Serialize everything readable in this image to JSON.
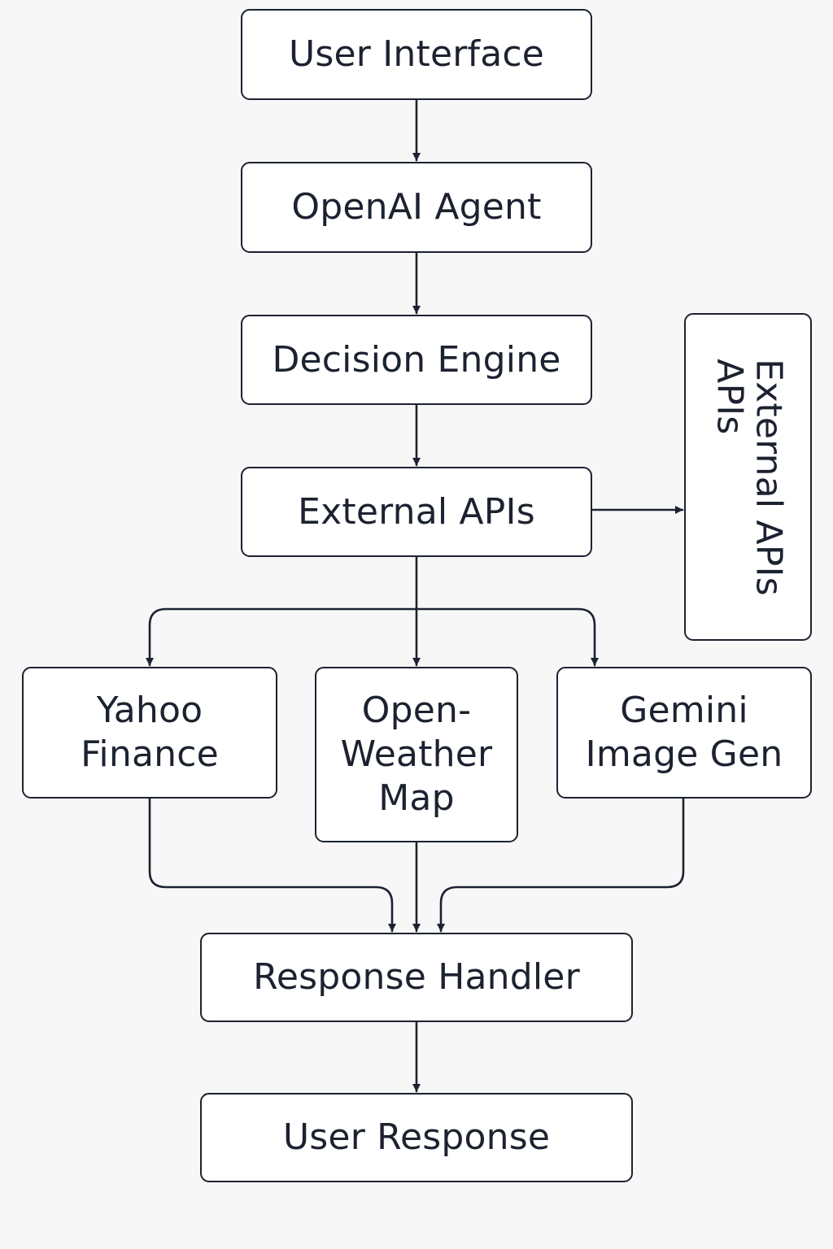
{
  "diagram": {
    "nodes": {
      "user_interface": {
        "lines": [
          "User Interface"
        ]
      },
      "openai_agent": {
        "lines": [
          "OpenAI Agent"
        ]
      },
      "decision_engine": {
        "lines": [
          "Decision Engine"
        ]
      },
      "external_apis": {
        "lines": [
          "External APIs"
        ]
      },
      "external_apis_side": {
        "lines": [
          "External APIs",
          "APIs"
        ]
      },
      "yahoo_finance": {
        "lines": [
          "Yahoo",
          "Finance"
        ]
      },
      "openweather_map": {
        "lines": [
          "Open-",
          "Weather",
          "Map"
        ]
      },
      "gemini_image_gen": {
        "lines": [
          "Gemini",
          "Image Gen"
        ]
      },
      "response_handler": {
        "lines": [
          "Response Handler"
        ]
      },
      "user_response": {
        "lines": [
          "User Response"
        ]
      }
    },
    "edges": [
      {
        "from": "user_interface",
        "to": "openai_agent"
      },
      {
        "from": "openai_agent",
        "to": "decision_engine"
      },
      {
        "from": "decision_engine",
        "to": "external_apis"
      },
      {
        "from": "external_apis",
        "to": "external_apis_side"
      },
      {
        "from": "external_apis",
        "to": "yahoo_finance"
      },
      {
        "from": "external_apis",
        "to": "openweather_map"
      },
      {
        "from": "external_apis",
        "to": "gemini_image_gen"
      },
      {
        "from": "yahoo_finance",
        "to": "response_handler"
      },
      {
        "from": "openweather_map",
        "to": "response_handler"
      },
      {
        "from": "gemini_image_gen",
        "to": "response_handler"
      },
      {
        "from": "response_handler",
        "to": "user_response"
      }
    ],
    "colors": {
      "background": "#f7f7f7",
      "box_fill": "#ffffff",
      "stroke": "#1c2230",
      "text": "#1c2230"
    }
  }
}
